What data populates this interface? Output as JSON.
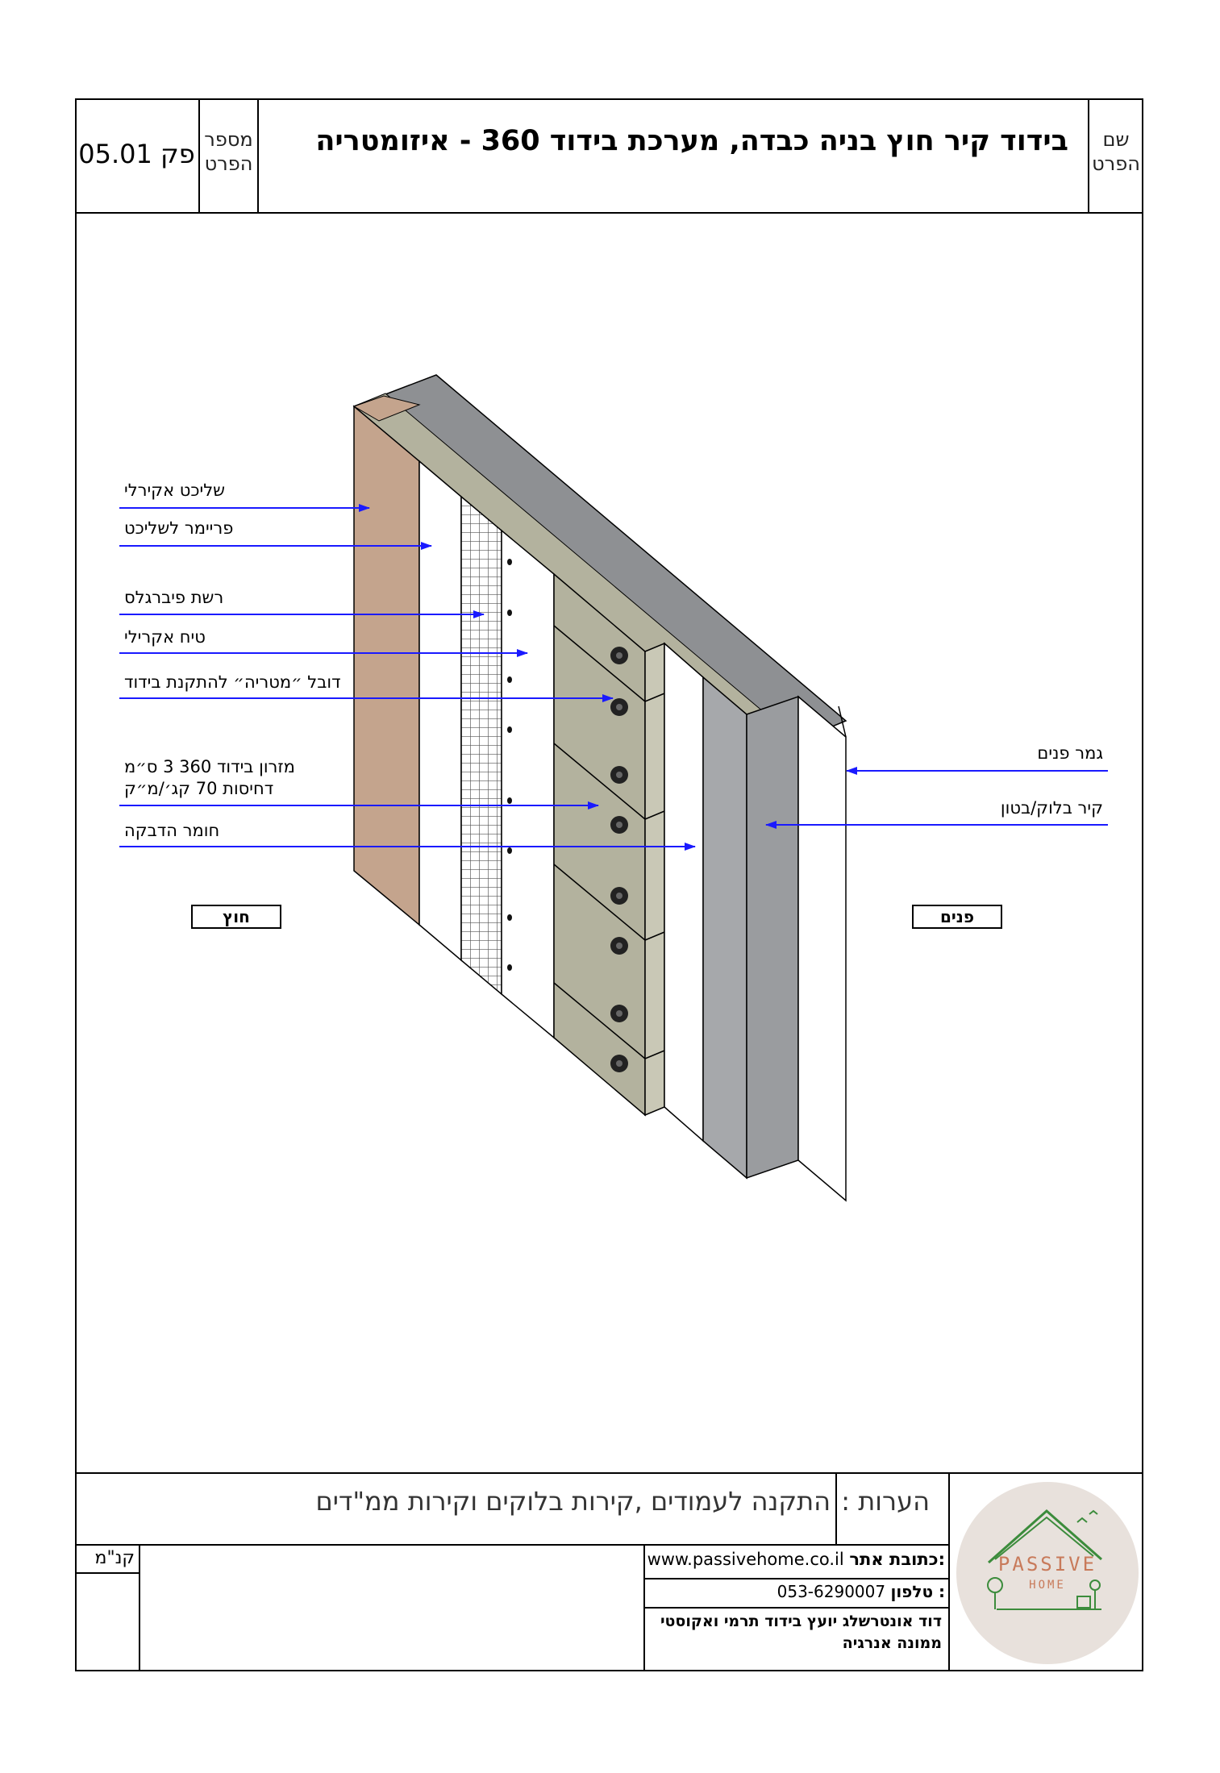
{
  "header": {
    "name_label_line1": "שם",
    "name_label_line2": "הפרט",
    "title": "בידוד קיר חוץ בניה כבדה, מערכת בידוד 360 - איזומטריה",
    "number_label_line1": "מספר",
    "number_label_line2": "הפרט",
    "detail_number": "פק 05.01"
  },
  "diagram": {
    "left_labels": [
      "שליכט אקירלי",
      "פריימר לשליכט",
      "רשת פיברגלס",
      "טיח אקרילי",
      "דובל ״מטריה״ להתקנת בידוד",
      "מזרון בידוד 360 3 ס״מ",
      "דחיסות 70 קג׳/מ״ק",
      "חומר הדבקה"
    ],
    "right_labels": [
      "גמר פנים",
      "קיר בלוק/בטון"
    ],
    "outside_tag": "חוץ",
    "inside_tag": "פנים",
    "colors": {
      "plaster": "#c4a48d",
      "insulation": "#b3b29e",
      "wall": "#a6a8ab",
      "top": "#8e9093",
      "arrow": "#1a1aff",
      "mesh": "#555555"
    }
  },
  "notes": {
    "label": "הערות :",
    "text": "התקנה לעמודים ,קירות בלוקים וקירות ממ\"דים"
  },
  "footer": {
    "scale_label": "קנ\"מ",
    "website_label": "כתובת אתר:",
    "website": "www.passivehome.co.il",
    "phone_label": "טלפון :",
    "phone": "053-6290007",
    "credit_line1": "דוד אונטרשלג יועץ בידוד תרמי ואקוסטי",
    "credit_line2": "ממונה אנרגיה",
    "logo_word1": "PASSIVE",
    "logo_word2": "HOME"
  }
}
